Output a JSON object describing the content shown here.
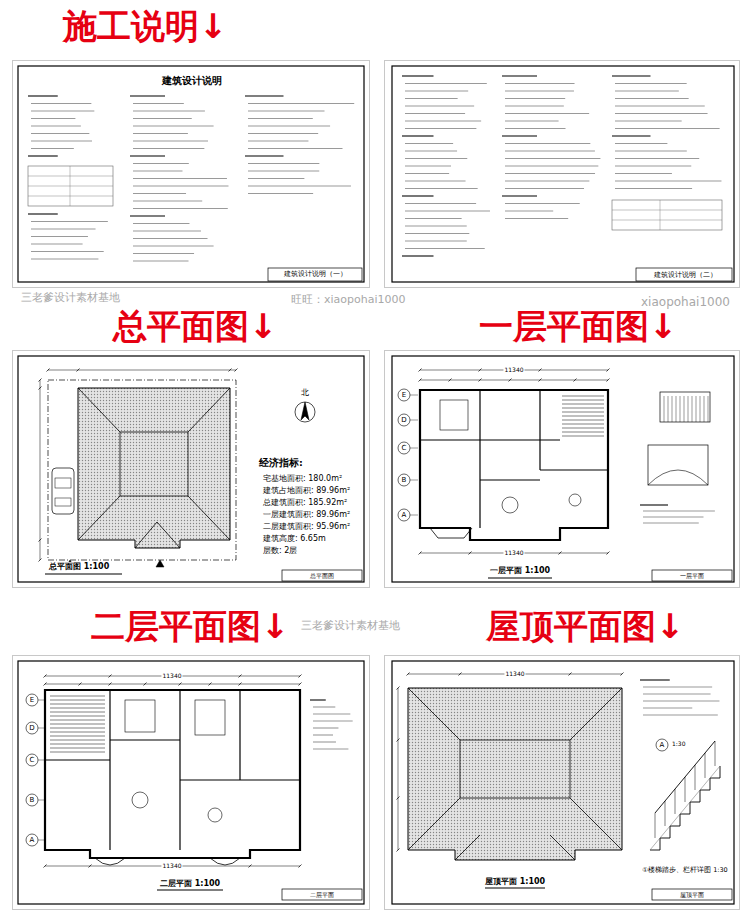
{
  "diagram": {
    "nodes": [
      {
        "text": [
          "施工说明↓",
          "建筑设计说明"
        ]
      },
      {
        "text": [
          "建筑设计说明（二）"
        ]
      },
      {
        "text": [
          "总平面图↓"
        ]
      },
      {
        "text": [
          "一层平面图↓"
        ]
      },
      {
        "text": [
          "二层平面图↓"
        ]
      },
      {
        "text": [
          "屋顶平面图↓"
        ]
      }
    ],
    "labels": [
      "建筑设计说明（一）",
      "总平面图 1:100",
      "总平面图",
      "北",
      "经济指标:",
      "宅基地面积: 180.0m²",
      "建筑占地面积: 89.96m²",
      "总建筑面积: 185.92m²",
      "一层建筑面积: 89.96m²",
      "二层建筑面积: 95.96m²",
      "建筑高度: 6.65m",
      "层数: 2层",
      "一层平面 1:100",
      "一层平面",
      "11340",
      "11340",
      "E",
      "D",
      "C",
      "B",
      "A",
      "二层平面 1:100",
      "二层平面",
      "11340",
      "11340",
      "E",
      "D",
      "C",
      "B",
      "A",
      "屋顶平面 1:100",
      "屋顶平面",
      "11340",
      "①楼梯踏步、栏杆详图 1:30",
      "A",
      "1:30",
      "三老爹设计素材基地",
      "旺旺：xiaopohai1000",
      "xiaopohai1000",
      "三老爹设计素材基地"
    ]
  }
}
